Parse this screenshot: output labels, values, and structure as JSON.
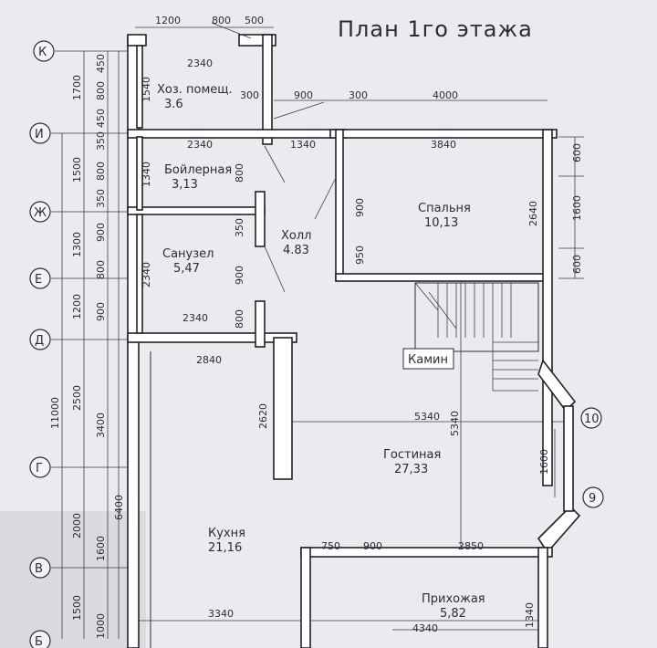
{
  "title": "План 1го этажа",
  "axes": {
    "K": "К",
    "I": "И",
    "ZH": "Ж",
    "E": "Е",
    "D": "Д",
    "G": "Г",
    "V": "В",
    "B": "Б",
    "n10": "10",
    "n9": "9"
  },
  "rooms": {
    "hoz_name": "Хоз. помещ.",
    "hoz_area": "3.6",
    "boiler_name": "Бойлерная",
    "boiler_area": "3,13",
    "sanuzel_name": "Санузел",
    "sanuzel_area": "5,47",
    "holl_name": "Холл",
    "holl_area": "4.83",
    "spalnya_name": "Спальня",
    "spalnya_area": "10,13",
    "gostinaya_name": "Гостиная",
    "gostinaya_area": "27,33",
    "kuhnya_name": "Кухня",
    "kuhnya_area": "21,16",
    "prihozhaya_name": "Прихожая",
    "prihozhaya_area": "5,82",
    "kamin": "Камин"
  },
  "dims": {
    "d1200": "1200",
    "d800top": "800",
    "d500": "500",
    "d2340a": "2340",
    "d300a": "300",
    "d900a": "900",
    "d300b": "300",
    "d4000": "4000",
    "d2340b": "2340",
    "d1340": "1340",
    "d3840": "3840",
    "d2340c": "2340",
    "d2840": "2840",
    "d5340": "5340",
    "d2850": "2850",
    "d750": "750",
    "d900b": "900",
    "d3340": "3340",
    "d4340": "4340",
    "l1700": "1700",
    "l1500": "1500",
    "l1300": "1300",
    "l1200": "1200",
    "l2500": "2500",
    "l11000": "11000",
    "l2000": "2000",
    "l1600": "1600",
    "l1500b": "1500",
    "l3400": "3400",
    "l6400": "6400",
    "l1000": "1000",
    "l450a": "450",
    "l800a": "800",
    "l450b": "450",
    "l350a": "350",
    "l800b": "800",
    "l350b": "350",
    "l900a": "900",
    "l800c": "800",
    "l900b": "900",
    "l1540": "1540",
    "l1340": "1340",
    "l2340": "2340",
    "r600a": "600",
    "r1600": "1600",
    "r600b": "600",
    "r2640": "2640",
    "r1600b": "1600",
    "r1340": "1340",
    "m800": "800",
    "m350": "350",
    "m900": "900",
    "m800b": "800",
    "m2620": "2620",
    "m5340": "5340",
    "m900c": "900",
    "m950": "950"
  }
}
